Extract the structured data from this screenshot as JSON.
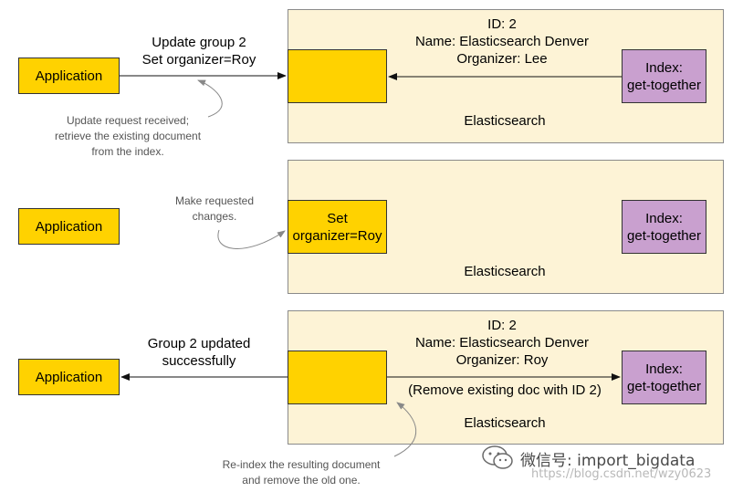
{
  "panel1": {
    "application": "Application",
    "arrow_label_line1": "Update group 2",
    "arrow_label_line2": "Set organizer=Roy",
    "doc_id": "ID: 2",
    "doc_name": "Name: Elasticsearch Denver",
    "doc_organizer": "Organizer: Lee",
    "index_line1": "Index:",
    "index_line2": "get-together",
    "es_label": "Elasticsearch",
    "note_line1": "Update request received;",
    "note_line2": "retrieve the existing document",
    "note_line3": "from the index."
  },
  "panel2": {
    "application": "Application",
    "note_line1": "Make requested",
    "note_line2": "changes.",
    "doc_line1": "Set",
    "doc_line2": "organizer=Roy",
    "index_line1": "Index:",
    "index_line2": "get-together",
    "es_label": "Elasticsearch"
  },
  "panel3": {
    "application": "Application",
    "arrow_label_line1": "Group 2 updated",
    "arrow_label_line2": "successfully",
    "doc_id": "ID: 2",
    "doc_name": "Name: Elasticsearch Denver",
    "doc_organizer": "Organizer: Roy",
    "index_line1": "Index:",
    "index_line2": "get-together",
    "remove_label": "(Remove existing doc with ID 2)",
    "es_label": "Elasticsearch",
    "note_line1": "Re-index the resulting document",
    "note_line2": "and remove the old one."
  },
  "watermark": {
    "handle": "微信号: import_bigdata",
    "url": "https://blog.csdn.net/wzy0623"
  }
}
